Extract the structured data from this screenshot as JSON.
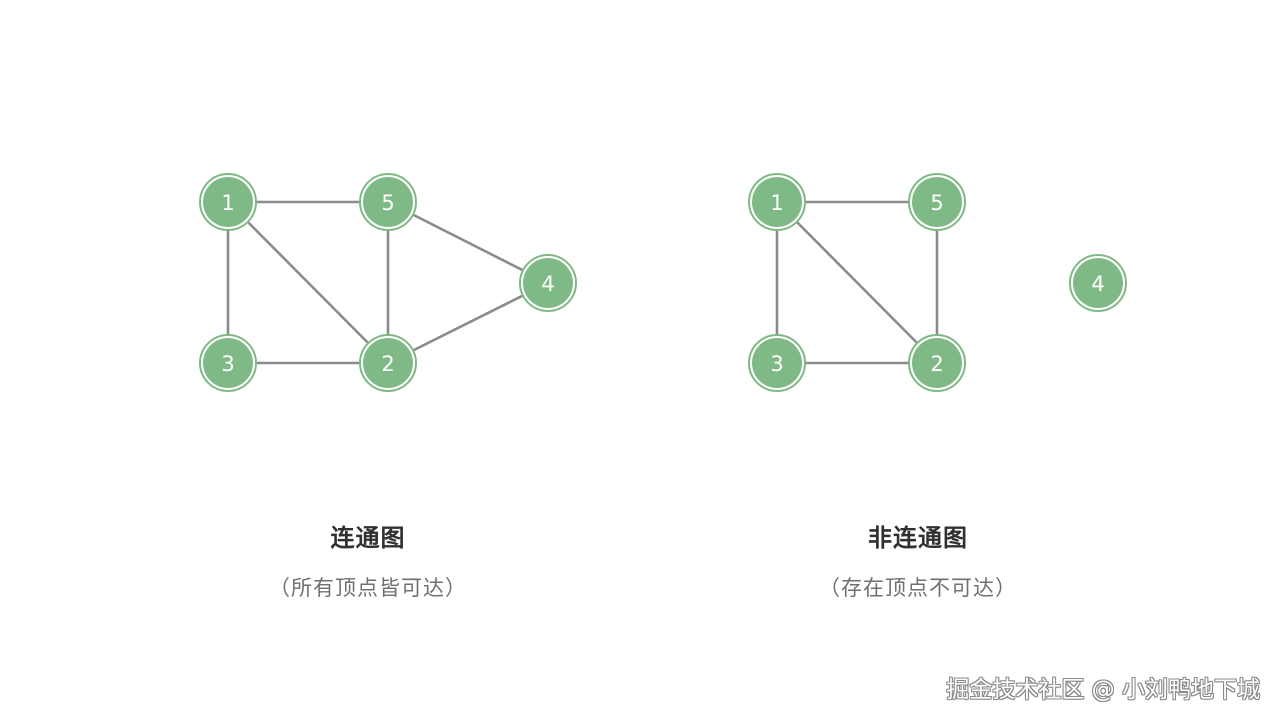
{
  "colors": {
    "node_fill": "#7fb985",
    "edge": "#8c8c8c",
    "title_text": "#303030",
    "subtitle_text": "#707070"
  },
  "graphs": [
    {
      "id": "connected",
      "title": "连通图",
      "subtitle": "（所有顶点皆可达）",
      "nodes": [
        "1",
        "5",
        "4",
        "3",
        "2"
      ],
      "edges": [
        [
          "1",
          "5"
        ],
        [
          "1",
          "3"
        ],
        [
          "1",
          "2"
        ],
        [
          "5",
          "2"
        ],
        [
          "5",
          "4"
        ],
        [
          "3",
          "2"
        ],
        [
          "2",
          "4"
        ]
      ]
    },
    {
      "id": "disconnected",
      "title": "非连通图",
      "subtitle": "（存在顶点不可达）",
      "nodes": [
        "1",
        "5",
        "4",
        "3",
        "2"
      ],
      "edges": [
        [
          "1",
          "5"
        ],
        [
          "1",
          "3"
        ],
        [
          "1",
          "2"
        ],
        [
          "5",
          "2"
        ],
        [
          "3",
          "2"
        ]
      ]
    }
  ],
  "watermark": "掘金技术社区 @ 小刘鸭地下城"
}
